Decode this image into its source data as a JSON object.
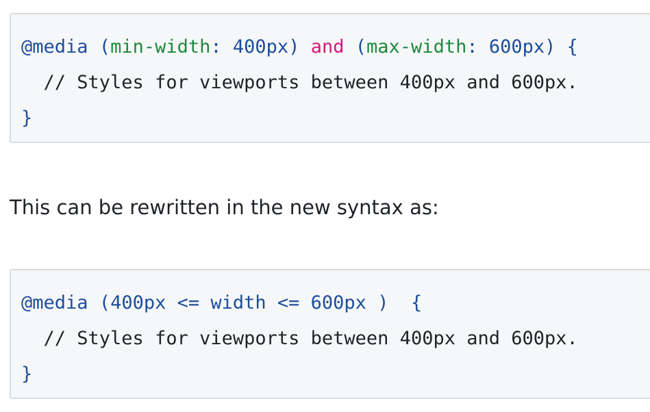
{
  "code_block_1": {
    "line1": {
      "at_rule": "@media",
      "paren1_open": "(",
      "feature1": "min-width",
      "colon1": ": ",
      "value1": "400px",
      "paren1_close": ")",
      "operator": "and",
      "paren2_open": "(",
      "feature2": "max-width",
      "colon2": ": ",
      "value2": "600px",
      "paren2_close": ")",
      "brace_open": "{"
    },
    "line2": "  // Styles for viewports between 400px and 600px.",
    "line3": "}"
  },
  "prose": {
    "text": "This can be rewritten in the new syntax as:"
  },
  "code_block_2": {
    "line1": {
      "at_rule": "@media",
      "range": "(400px <= width <= 600px )",
      "brace_open": "{"
    },
    "line2": "  // Styles for viewports between 400px and 600px.",
    "line3": "}"
  },
  "colors": {
    "keyword": "#1c4d9c",
    "property": "#1b8a3a",
    "operator": "#d6157a",
    "text": "#1f2328",
    "code_background": "#f6f7f9",
    "code_border": "#d9dcdf"
  }
}
